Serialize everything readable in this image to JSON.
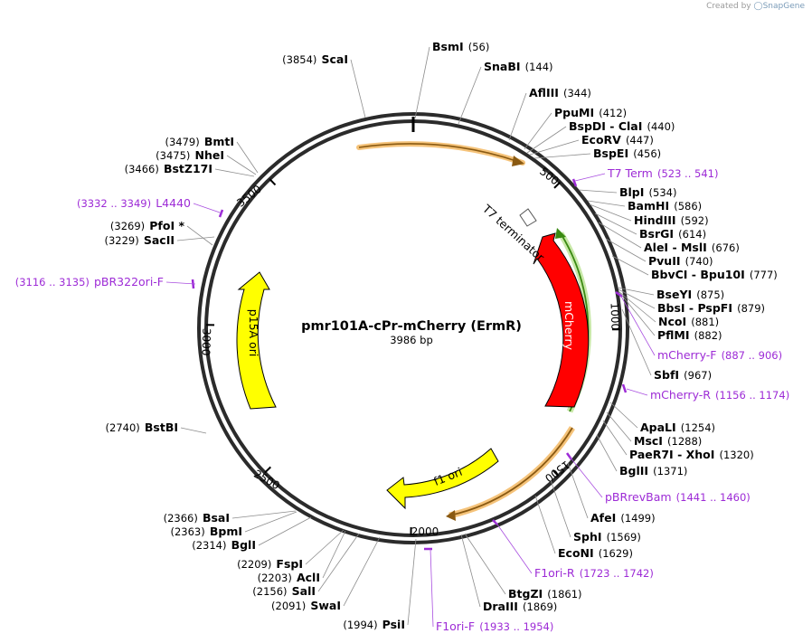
{
  "credit": {
    "prefix": "Created by",
    "brand": "SnapGene"
  },
  "plasmid": {
    "name": "pmr101A-cPr-mCherry (ErmR)",
    "size_bp": 3986,
    "size_label": "3986 bp"
  },
  "ticks": [
    {
      "label": "500"
    },
    {
      "label": "1000"
    },
    {
      "label": "1500"
    },
    {
      "label": "2000"
    },
    {
      "label": "2500"
    },
    {
      "label": "3000"
    },
    {
      "label": "3500"
    }
  ],
  "features": [
    {
      "name": "T7 terminator",
      "color": "#ffffff",
      "kind": "terminator"
    },
    {
      "name": "mCherry",
      "color": "#ff0000",
      "kind": "cds"
    },
    {
      "name": "p15A ori",
      "color": "#ffff00",
      "kind": "ori"
    },
    {
      "name": "f1 ori",
      "color": "#ffff00",
      "kind": "ori"
    }
  ],
  "sites": [
    {
      "name": "BsmI",
      "pos": "(56)"
    },
    {
      "name": "SnaBI",
      "pos": "(144)"
    },
    {
      "name": "AflIII",
      "pos": "(344)"
    },
    {
      "name": "PpuMI",
      "pos": "(412)"
    },
    {
      "name": "BspDI  -  ClaI",
      "pos": "(440)"
    },
    {
      "name": "EcoRV",
      "pos": "(447)"
    },
    {
      "name": "BspEI",
      "pos": "(456)"
    },
    {
      "name": "BlpI",
      "pos": "(534)"
    },
    {
      "name": "BamHI",
      "pos": "(586)"
    },
    {
      "name": "HindIII",
      "pos": "(592)"
    },
    {
      "name": "BsrGI",
      "pos": "(614)"
    },
    {
      "name": "AleI  -  MslI",
      "pos": "(676)"
    },
    {
      "name": "PvuII",
      "pos": "(740)"
    },
    {
      "name": "BbvCI  -  Bpu10I",
      "pos": "(777)"
    },
    {
      "name": "BseYI",
      "pos": "(875)"
    },
    {
      "name": "BbsI  -  PspFI",
      "pos": "(879)"
    },
    {
      "name": "NcoI",
      "pos": "(881)"
    },
    {
      "name": "PflMI",
      "pos": "(882)"
    },
    {
      "name": "SbfI",
      "pos": "(967)"
    },
    {
      "name": "ApaLI",
      "pos": "(1254)"
    },
    {
      "name": "MscI",
      "pos": "(1288)"
    },
    {
      "name": "PaeR7I  -  XhoI",
      "pos": "(1320)"
    },
    {
      "name": "BglII",
      "pos": "(1371)"
    },
    {
      "name": "AfeI",
      "pos": "(1499)"
    },
    {
      "name": "SphI",
      "pos": "(1569)"
    },
    {
      "name": "EcoNI",
      "pos": "(1629)"
    },
    {
      "name": "BtgZI",
      "pos": "(1861)"
    },
    {
      "name": "DraIII",
      "pos": "(1869)"
    },
    {
      "name": "PsiI",
      "pos": "(1994)"
    },
    {
      "name": "SwaI",
      "pos": "(2091)"
    },
    {
      "name": "SalI",
      "pos": "(2156)"
    },
    {
      "name": "AclI",
      "pos": "(2203)"
    },
    {
      "name": "FspI",
      "pos": "(2209)"
    },
    {
      "name": "BglI",
      "pos": "(2314)"
    },
    {
      "name": "BpmI",
      "pos": "(2363)"
    },
    {
      "name": "BsaI",
      "pos": "(2366)"
    },
    {
      "name": "BstBI",
      "pos": "(2740)"
    },
    {
      "name": "SacII",
      "pos": "(3229)"
    },
    {
      "name": "PfoI *",
      "pos": "(3269)"
    },
    {
      "name": "BstZ17I",
      "pos": "(3466)"
    },
    {
      "name": "NheI",
      "pos": "(3475)"
    },
    {
      "name": "BmtI",
      "pos": "(3479)"
    },
    {
      "name": "ScaI",
      "pos": "(3854)"
    }
  ],
  "primers": [
    {
      "name": "T7 Term",
      "pos": "(523 .. 541)"
    },
    {
      "name": "mCherry-F",
      "pos": "(887 .. 906)"
    },
    {
      "name": "mCherry-R",
      "pos": "(1156 .. 1174)"
    },
    {
      "name": "pBRrevBam",
      "pos": "(1441 .. 1460)"
    },
    {
      "name": "F1ori-R",
      "pos": "(1723 .. 1742)"
    },
    {
      "name": "F1ori-F",
      "pos": "(1933 .. 1954)"
    },
    {
      "name": "pBR322ori-F",
      "pos": "(3116 .. 3135)"
    },
    {
      "name": "L4440",
      "pos": "(3332 .. 3349)"
    }
  ]
}
